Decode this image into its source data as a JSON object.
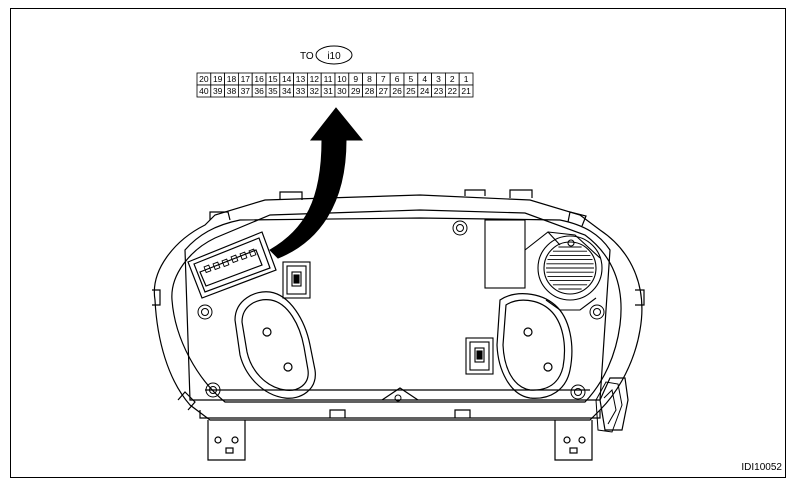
{
  "connector": {
    "prefix": "TO",
    "code": "i10",
    "top_row": [
      "20",
      "19",
      "18",
      "17",
      "16",
      "15",
      "14",
      "13",
      "12",
      "11",
      "10",
      "9",
      "8",
      "7",
      "6",
      "5",
      "4",
      "3",
      "2",
      "1"
    ],
    "bottom_row": [
      "40",
      "39",
      "38",
      "37",
      "36",
      "35",
      "34",
      "33",
      "32",
      "31",
      "30",
      "29",
      "28",
      "27",
      "26",
      "25",
      "24",
      "23",
      "22",
      "21"
    ]
  },
  "figure": {
    "reference_code": "IDI10052"
  }
}
